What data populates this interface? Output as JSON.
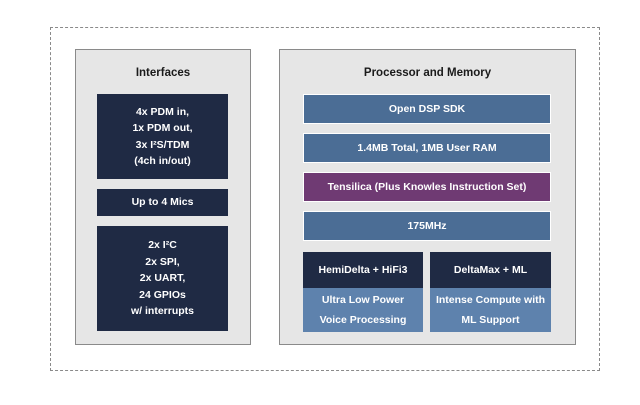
{
  "interfaces": {
    "title": "Interfaces",
    "block1": [
      "4x PDM in,",
      "1x PDM out,",
      "3x I²S/TDM",
      "(4ch in/out)"
    ],
    "block2": "Up to 4 Mics",
    "block3": [
      "2x I²C",
      "2x SPI,",
      "2x UART,",
      "24 GPIOs",
      "w/ interrupts"
    ]
  },
  "processor": {
    "title": "Processor and Memory",
    "sdk": "Open DSP SDK",
    "ram": "1.4MB Total, 1MB User RAM",
    "tensilica": "Tensilica (Plus Knowles Instruction Set)",
    "clock": "175MHz",
    "core_left": {
      "name": "HemiDelta + HiFi3",
      "desc": [
        "Ultra Low Power",
        "Voice Processing"
      ]
    },
    "core_right": {
      "name": "DeltaMax + ML",
      "desc": [
        "Intense Compute with",
        "ML Support"
      ]
    }
  },
  "colors": {
    "navy": "#1f2a44",
    "steel_blue": "#4b6d95",
    "plum": "#6f3a73",
    "light_blue": "#5e82ad",
    "panel_gray": "#e6e6e6"
  }
}
